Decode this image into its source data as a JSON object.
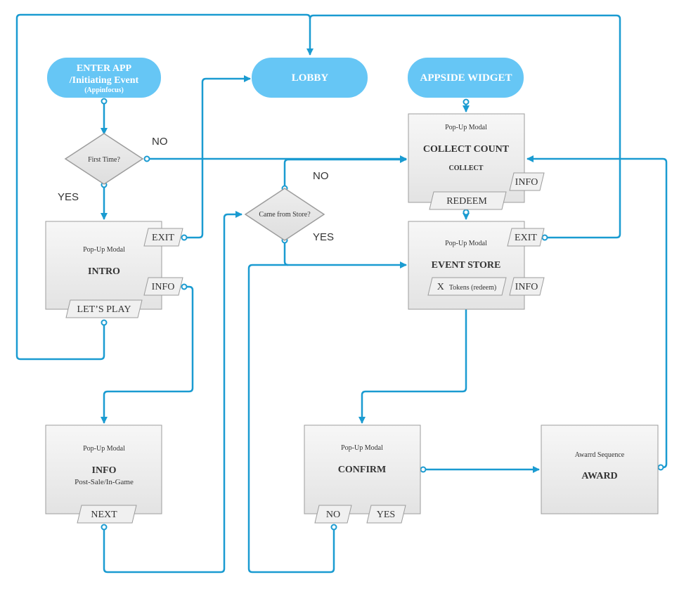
{
  "colors": {
    "terminal_fill": "#66c6f5",
    "connector": "#1a9bd1",
    "box_stroke": "#9c9c9c",
    "text": "#333333"
  },
  "terminals": {
    "enter_app": {
      "line1": "ENTER APP",
      "line2": "/Initiating Event",
      "line3": "(Appinfocus)"
    },
    "lobby": "LOBBY",
    "appside_widget": "APPSIDE WIDGET"
  },
  "decisions": {
    "first_time": "First Time?",
    "came_from_store": "Came from Store?"
  },
  "edge_labels": {
    "first_time_no": "NO",
    "first_time_yes": "YES",
    "store_no": "NO",
    "store_yes": "YES"
  },
  "modals": {
    "intro": {
      "caption": "Pop-Up Modal",
      "title": "INTRO",
      "exit": "EXIT",
      "info": "INFO",
      "lets_play": "LET’S PLAY"
    },
    "info": {
      "caption": "Pop-Up Modal",
      "title": "INFO",
      "subtitle": "Post-Sale/In-Game",
      "next": "NEXT"
    },
    "collect": {
      "caption": "Pop-Up Modal",
      "title": "COLLECT COUNT",
      "subtitle": "COLLECT",
      "info": "INFO",
      "redeem": "REDEEM"
    },
    "event_store": {
      "caption": "Pop-Up Modal",
      "title": "EVENT STORE",
      "exit": "EXIT",
      "info": "INFO",
      "tokens_x": "X",
      "tokens_rest": "Tokens (redeem)"
    },
    "confirm": {
      "caption": "Pop-Up Modal",
      "title": "CONFIRM",
      "no": "NO",
      "yes": "YES"
    },
    "award": {
      "caption": "Awarrd Sequence",
      "title": "AWARD"
    }
  }
}
